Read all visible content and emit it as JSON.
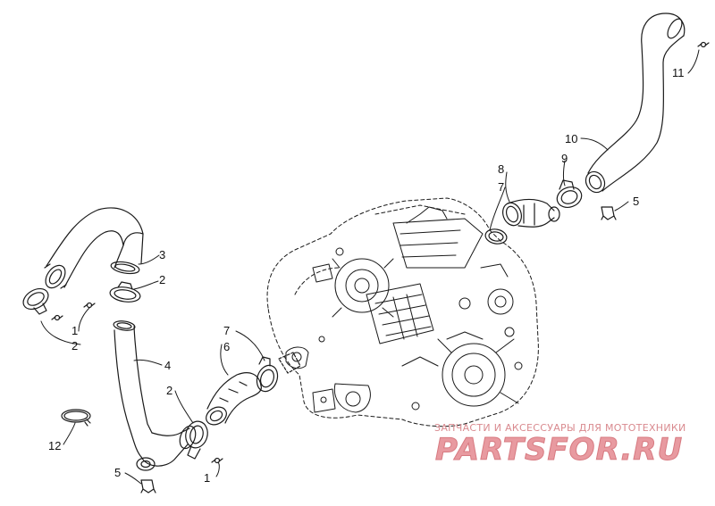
{
  "diagram": {
    "callouts": {
      "c1a": "1",
      "c1b": "1",
      "c2a": "2",
      "c2b": "2",
      "c2c": "2",
      "c3": "3",
      "c4": "4",
      "c5a": "5",
      "c5b": "5",
      "c6": "6",
      "c7a": "7",
      "c7b": "7",
      "c8": "8",
      "c9": "9",
      "c10": "10",
      "c11": "11",
      "c12": "12"
    }
  },
  "watermark": {
    "tagline": "ЗАПЧАСТИ И АКСЕССУАРЫ ДЛЯ МОТОТЕХНИКИ",
    "logo": "PARTSFOR.RU"
  },
  "colors": {
    "line": "#1a1a1a",
    "watermark": "#e89aa0"
  }
}
